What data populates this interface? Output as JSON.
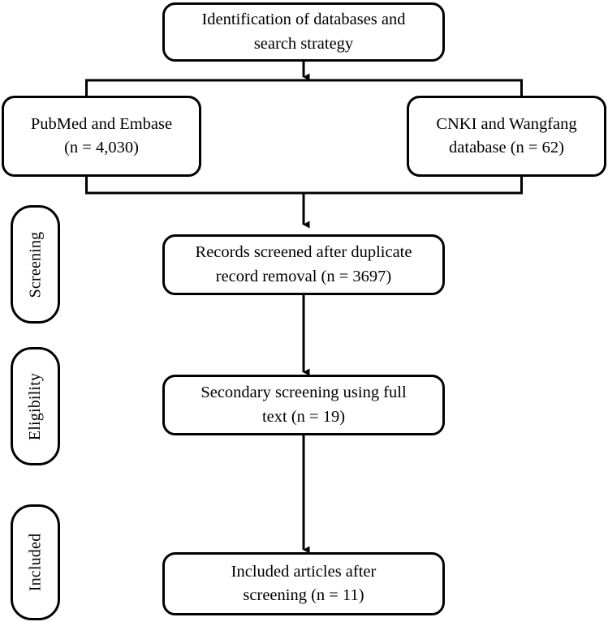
{
  "diagram": {
    "type": "prisma-flow-diagram",
    "colors": {
      "stroke": "#000000",
      "fill": "#ffffff",
      "text": "#000000"
    },
    "stages": [
      {
        "id": "screening",
        "label": "Screening"
      },
      {
        "id": "eligibility",
        "label": "Eligibility"
      },
      {
        "id": "included",
        "label": "Included"
      }
    ],
    "boxes": {
      "identification": {
        "line1": "Identification of databases and",
        "line2": "search strategy"
      },
      "source_left": {
        "line1": "PubMed and Embase",
        "line2": "(n = 4,030)"
      },
      "source_right": {
        "line1": "CNKI and Wangfang",
        "line2": "database (n = 62)"
      },
      "screened": {
        "line1": "Records screened after duplicate",
        "line2": "record removal (n = 3697)"
      },
      "secondary": {
        "line1": "Secondary screening using full",
        "line2": "text (n = 19)"
      },
      "included": {
        "line1": "Included articles after",
        "line2": "screening (n = 11)"
      }
    },
    "counts": {
      "pubmed_embase": 4030,
      "cnki_wangfang": 62,
      "after_duplicate_removal": 3697,
      "full_text_screened": 19,
      "included_articles": 11
    }
  }
}
